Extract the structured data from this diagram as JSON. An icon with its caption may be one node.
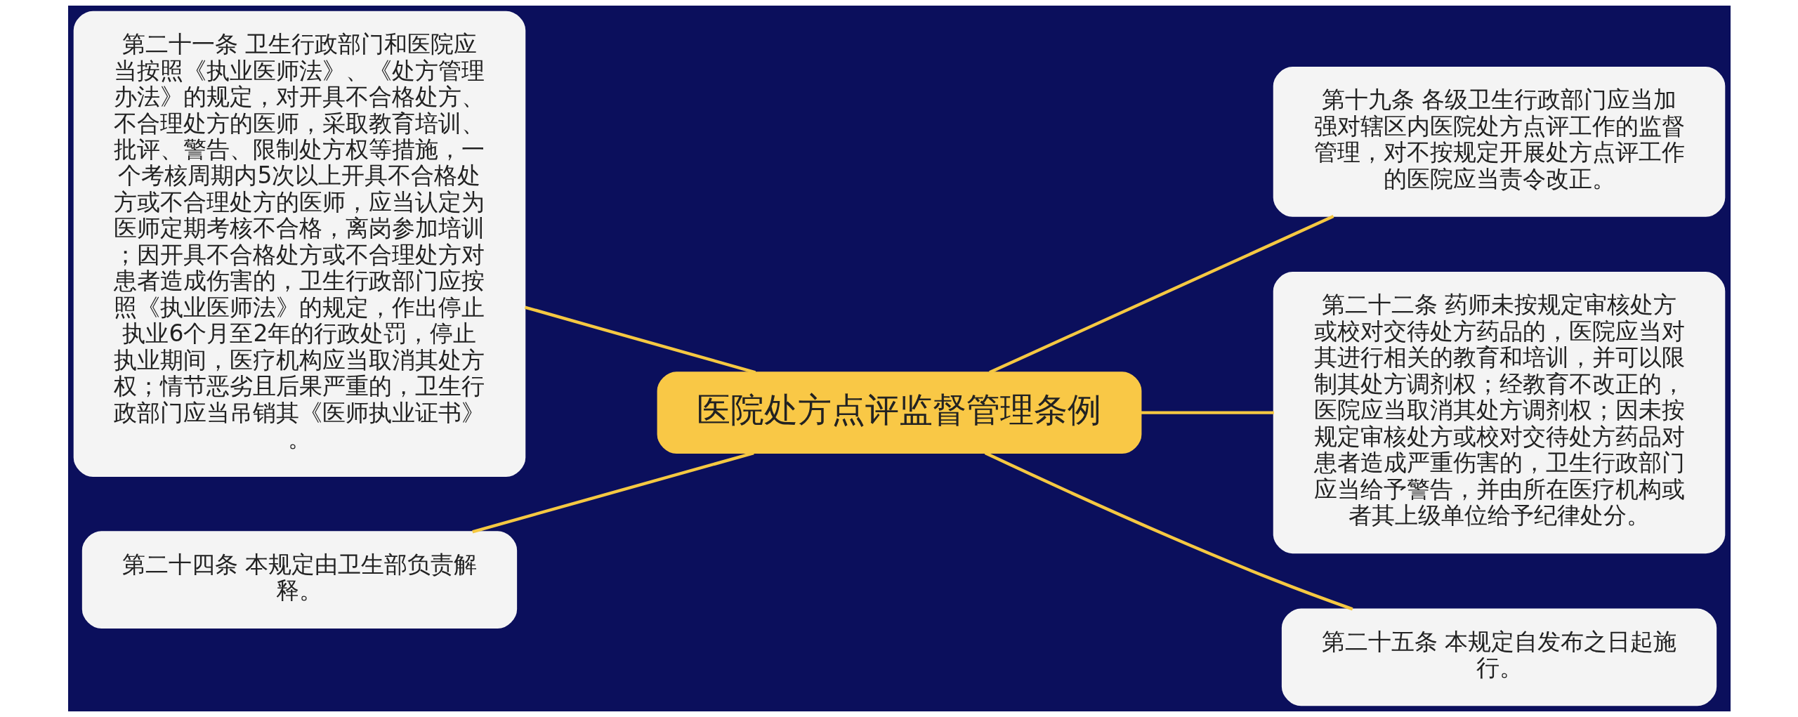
{
  "diagram": {
    "nodes": [
      {
        "text": [
          "医院处方点评监督管理条例"
        ]
      },
      {
        "text": [
          "第二十一条 卫生行政部门和医院应当按照《执业医师法》、《处方管理办法》的规定，对开具不合格处方、不合理处方的医师，采取教育培训、批评、警告、限制处方权等措施，一个考核周期内5次以上开具不合格处方或不合理处方的医师，应当认定为医师定期考核不合格，离岗参加培训；因开具不合格处方或不合理处方对患者造成伤害的，卫生行政部门应按照《执业医师法》的规定，作出停止执业6个月至2年的行政处罚，停止执业期间，医疗机构应当取消其处方权；情节恶劣且后果严重的，卫生行政部门应当吊销其《医师执业证书》。"
        ]
      },
      {
        "text": [
          "第二十四条 本规定由卫生部负责解释。"
        ]
      },
      {
        "text": [
          "第十九条 各级卫生行政部门应当加强对辖区内医院处方点评工作的监督管理，对不按规定开展处方点评工作的医院应当责令改正。"
        ]
      },
      {
        "text": [
          "第二十二条 药师未按规定审核处方或校对交待处方药品的，医院应当对其进行相关的教育和培训，并可以限制其处方调剂权；经教育不改正的，医院应当取消其处方调剂权；因未按规定审核处方或校对交待处方药品对患者造成严重伤害的，卫生行政部门应当给予警告，并由所在医疗机构或者其上级单位给予纪律处分。"
        ]
      },
      {
        "text": [
          "第二十五条 本规定自发布之日起施行。"
        ]
      }
    ],
    "edges": [
      {
        "from": 1,
        "to": 0,
        "arrow": "none"
      },
      {
        "from": 2,
        "to": 0,
        "arrow": "none"
      },
      {
        "from": 0,
        "to": 3,
        "arrow": "none"
      },
      {
        "from": 0,
        "to": 4,
        "arrow": "none"
      },
      {
        "from": 0,
        "to": 5,
        "arrow": "none"
      }
    ]
  }
}
